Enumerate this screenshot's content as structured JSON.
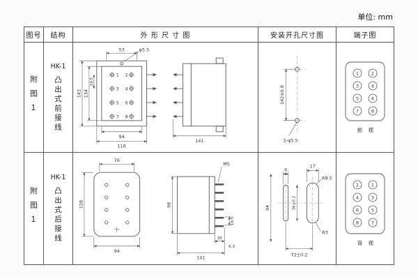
{
  "page": {
    "unit": "单位: mm"
  },
  "table": {
    "headers": {
      "fig": "图号",
      "structure": "结构",
      "outline": "外 形 尺 寸 图",
      "mounting": "安装开孔尺寸图",
      "terminal": "端子图"
    }
  },
  "rows": [
    {
      "fig": "附图1",
      "model": "HK-1",
      "structure": "凸出式前接线",
      "outline": {
        "dim_top": "53",
        "dim_hole": "φ5.5",
        "dim_h1": "142",
        "dim_h2": "134",
        "dim_pin": "19.5",
        "dim_w1": "94",
        "dim_w2": "116",
        "dim_depth": "141",
        "terminals": [
          "1",
          "2",
          "3",
          "4",
          "5",
          "6",
          "7",
          "8"
        ]
      },
      "mounting": {
        "dim_v": "142±0.8",
        "holes": "2-φ5.5"
      },
      "terminal": {
        "label": "前 视",
        "cells": [
          "1",
          "2",
          "3",
          "4",
          "5",
          "6",
          "7",
          "8"
        ]
      }
    },
    {
      "fig": "附图1",
      "model": "HK-1",
      "structure": "凸出式后接线",
      "outline": {
        "dim_top": "76",
        "dim_h1": "128",
        "dim_w1": "94",
        "screw": "M5",
        "dim_h2": "98",
        "dim_pin": "19.5",
        "dim_d1": "30",
        "dim_d2": "6.3",
        "dim_depth": "141"
      },
      "mounting": {
        "dim_t1": "17",
        "dim_t2": "6",
        "r1": "R8.5",
        "dim_v": "94",
        "dim_slot": "36±0.2",
        "r2": "R3",
        "dim_h": "72±0.2"
      },
      "terminal": {
        "label": "背 视",
        "cells": [
          "2",
          "1",
          "4",
          "3",
          "6",
          "5",
          "8",
          "7"
        ]
      }
    }
  ]
}
